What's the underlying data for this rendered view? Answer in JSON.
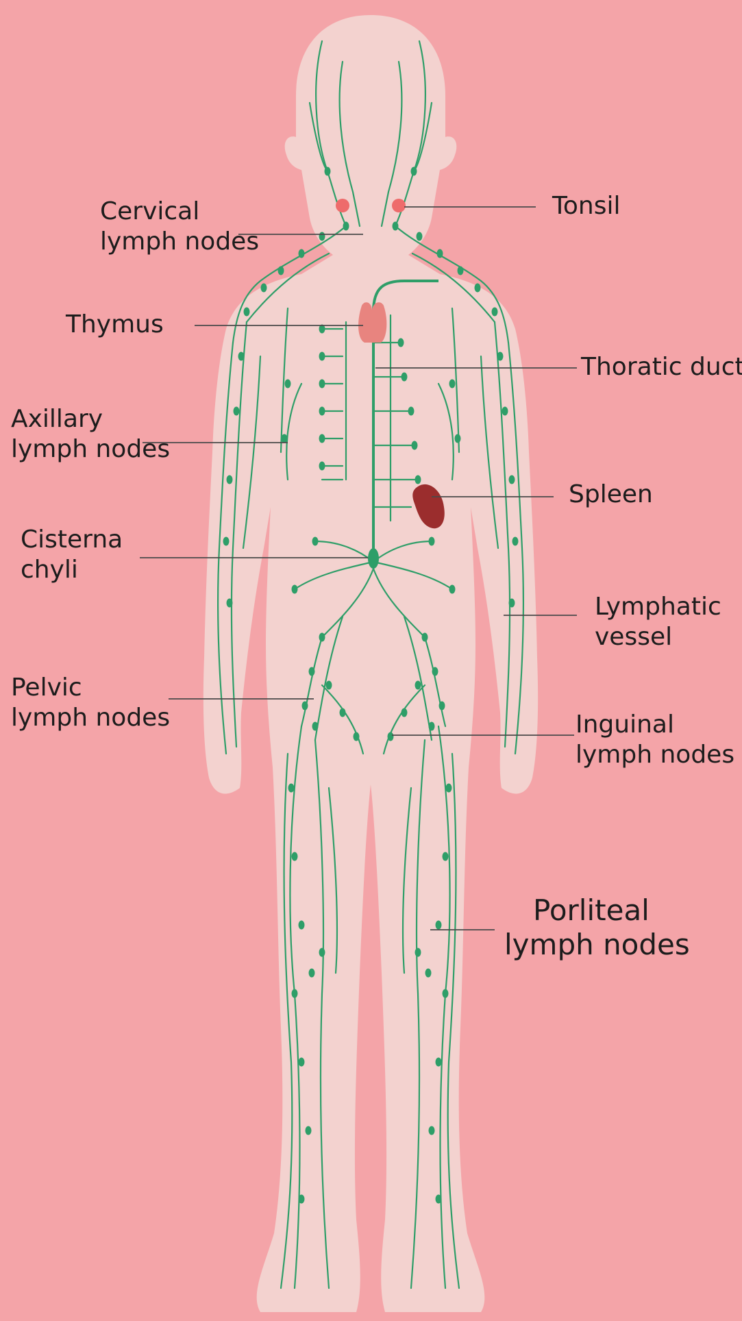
{
  "colors": {
    "background": "#f4a4a8",
    "body": "#f3d2cf",
    "lymph": "#2e9e68",
    "tonsil": "#ee6b6b",
    "thymus": "#e8847f",
    "spleen": "#9b2d2d",
    "leader_line": "#4a4a4a"
  },
  "labels": {
    "tonsil": "Tonsil",
    "cervical": [
      "Cervical",
      "lymph nodes"
    ],
    "thymus": "Thymus",
    "thoratic_duct": "Thoratic duct",
    "axillary": [
      "Axillary",
      "lymph nodes"
    ],
    "spleen": "Spleen",
    "cisterna": [
      "Cisterna",
      "chyli"
    ],
    "lymphatic_vessel": [
      "Lymphatic",
      "vessel"
    ],
    "pelvic": [
      "Pelvic",
      "lymph nodes"
    ],
    "inguinal": [
      "Inguinal",
      "lymph nodes"
    ],
    "popliteal": [
      "Porliteal",
      "lymph nodes"
    ]
  }
}
